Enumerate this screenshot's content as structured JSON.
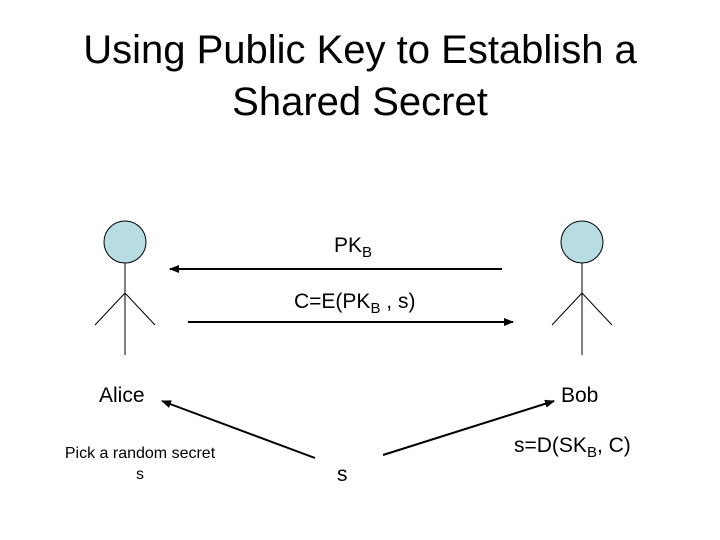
{
  "title": {
    "line1": "Using Public Key to Establish a",
    "line2": "Shared Secret"
  },
  "messages": {
    "pk": {
      "main": "PK",
      "sub": "B"
    },
    "ciphertext": {
      "prefix": "C=E(PK",
      "sub": "B",
      "suffix": " , s)"
    }
  },
  "actors": {
    "alice": {
      "name": "Alice",
      "note": "Pick a random secret s"
    },
    "bob": {
      "name": "Bob"
    }
  },
  "secret": {
    "label": "s",
    "decrypt": {
      "prefix": "s=D(SK",
      "sub": "B",
      "suffix": ", C)"
    }
  },
  "colors": {
    "head_fill": "#b7dde3",
    "line": "#000000"
  },
  "icons": [
    "stick-figure-icon",
    "arrow-left-icon",
    "arrow-right-icon"
  ]
}
